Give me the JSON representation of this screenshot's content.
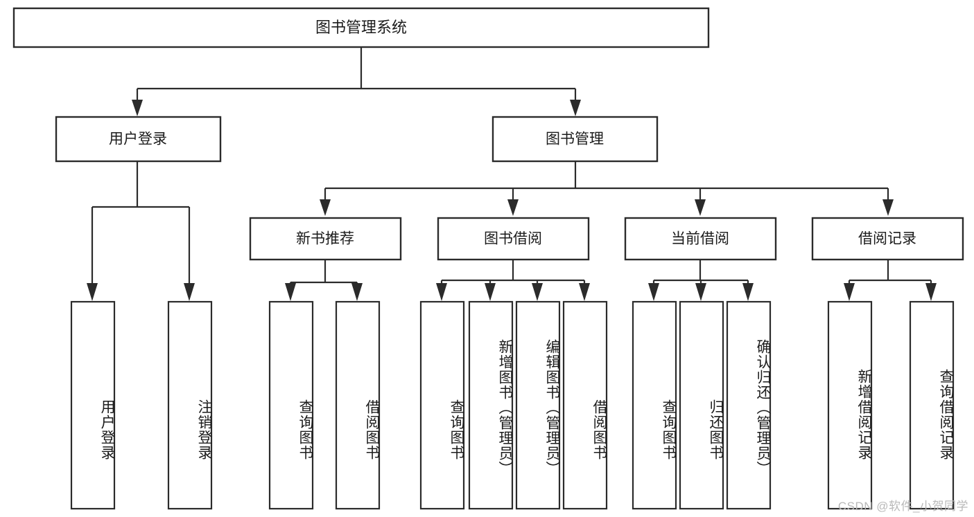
{
  "diagram": {
    "title": "图书管理系统",
    "type": "tree-hierarchy",
    "root": {
      "label": "图书管理系统"
    },
    "level1": [
      {
        "label": "用户登录"
      },
      {
        "label": "图书管理"
      }
    ],
    "level2": [
      {
        "label": "新书推荐",
        "parent": "图书管理"
      },
      {
        "label": "图书借阅",
        "parent": "图书管理"
      },
      {
        "label": "当前借阅",
        "parent": "图书管理"
      },
      {
        "label": "借阅记录",
        "parent": "图书管理"
      }
    ],
    "leaves": {
      "user_login": [
        {
          "label": "用户登录"
        },
        {
          "label": "注销登录"
        }
      ],
      "new_book_recommend": [
        {
          "label": "查询图书"
        },
        {
          "label": "借阅图书"
        }
      ],
      "book_borrow": [
        {
          "label": "查询图书"
        },
        {
          "label": "新增图书（管理员）"
        },
        {
          "label": "编辑图书（管理员）"
        },
        {
          "label": "借阅图书"
        }
      ],
      "current_borrow": [
        {
          "label": "查询图书"
        },
        {
          "label": "归还图书"
        },
        {
          "label": "确认归还（管理员）"
        }
      ],
      "borrow_records": [
        {
          "label": "新增借阅记录"
        },
        {
          "label": "查询借阅记录"
        }
      ]
    }
  },
  "watermark": {
    "text": "CSDN @软件_小贺同学"
  },
  "colors": {
    "stroke": "#2b2b2b",
    "fill": "#ffffff",
    "text": "#1b1b1b",
    "watermark": "#b9b9b9"
  }
}
